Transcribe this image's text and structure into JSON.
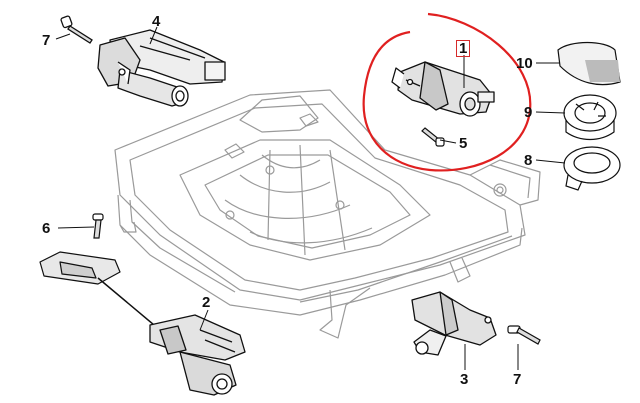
{
  "diagram": {
    "highlight_color": "#e02020",
    "line_color": "#111111",
    "parts": [
      {
        "id": "label-1",
        "text": "1",
        "name": "seat-motor-highlighted"
      },
      {
        "id": "label-2",
        "text": "2",
        "name": "height-adjust-motor"
      },
      {
        "id": "label-3",
        "text": "3",
        "name": "tilt-adjust-motor"
      },
      {
        "id": "label-4",
        "text": "4",
        "name": "backrest-motor"
      },
      {
        "id": "label-5",
        "text": "5",
        "name": "mounting-screw-top"
      },
      {
        "id": "label-6",
        "text": "6",
        "name": "mounting-bolt-left"
      },
      {
        "id": "label-7a",
        "text": "7",
        "name": "bolt-top-left"
      },
      {
        "id": "label-7b",
        "text": "7",
        "name": "bolt-bottom-right"
      },
      {
        "id": "label-8",
        "text": "8",
        "name": "retaining-ring"
      },
      {
        "id": "label-9",
        "text": "9",
        "name": "bearing-ring"
      },
      {
        "id": "label-10",
        "text": "10",
        "name": "cover-pad"
      }
    ]
  }
}
